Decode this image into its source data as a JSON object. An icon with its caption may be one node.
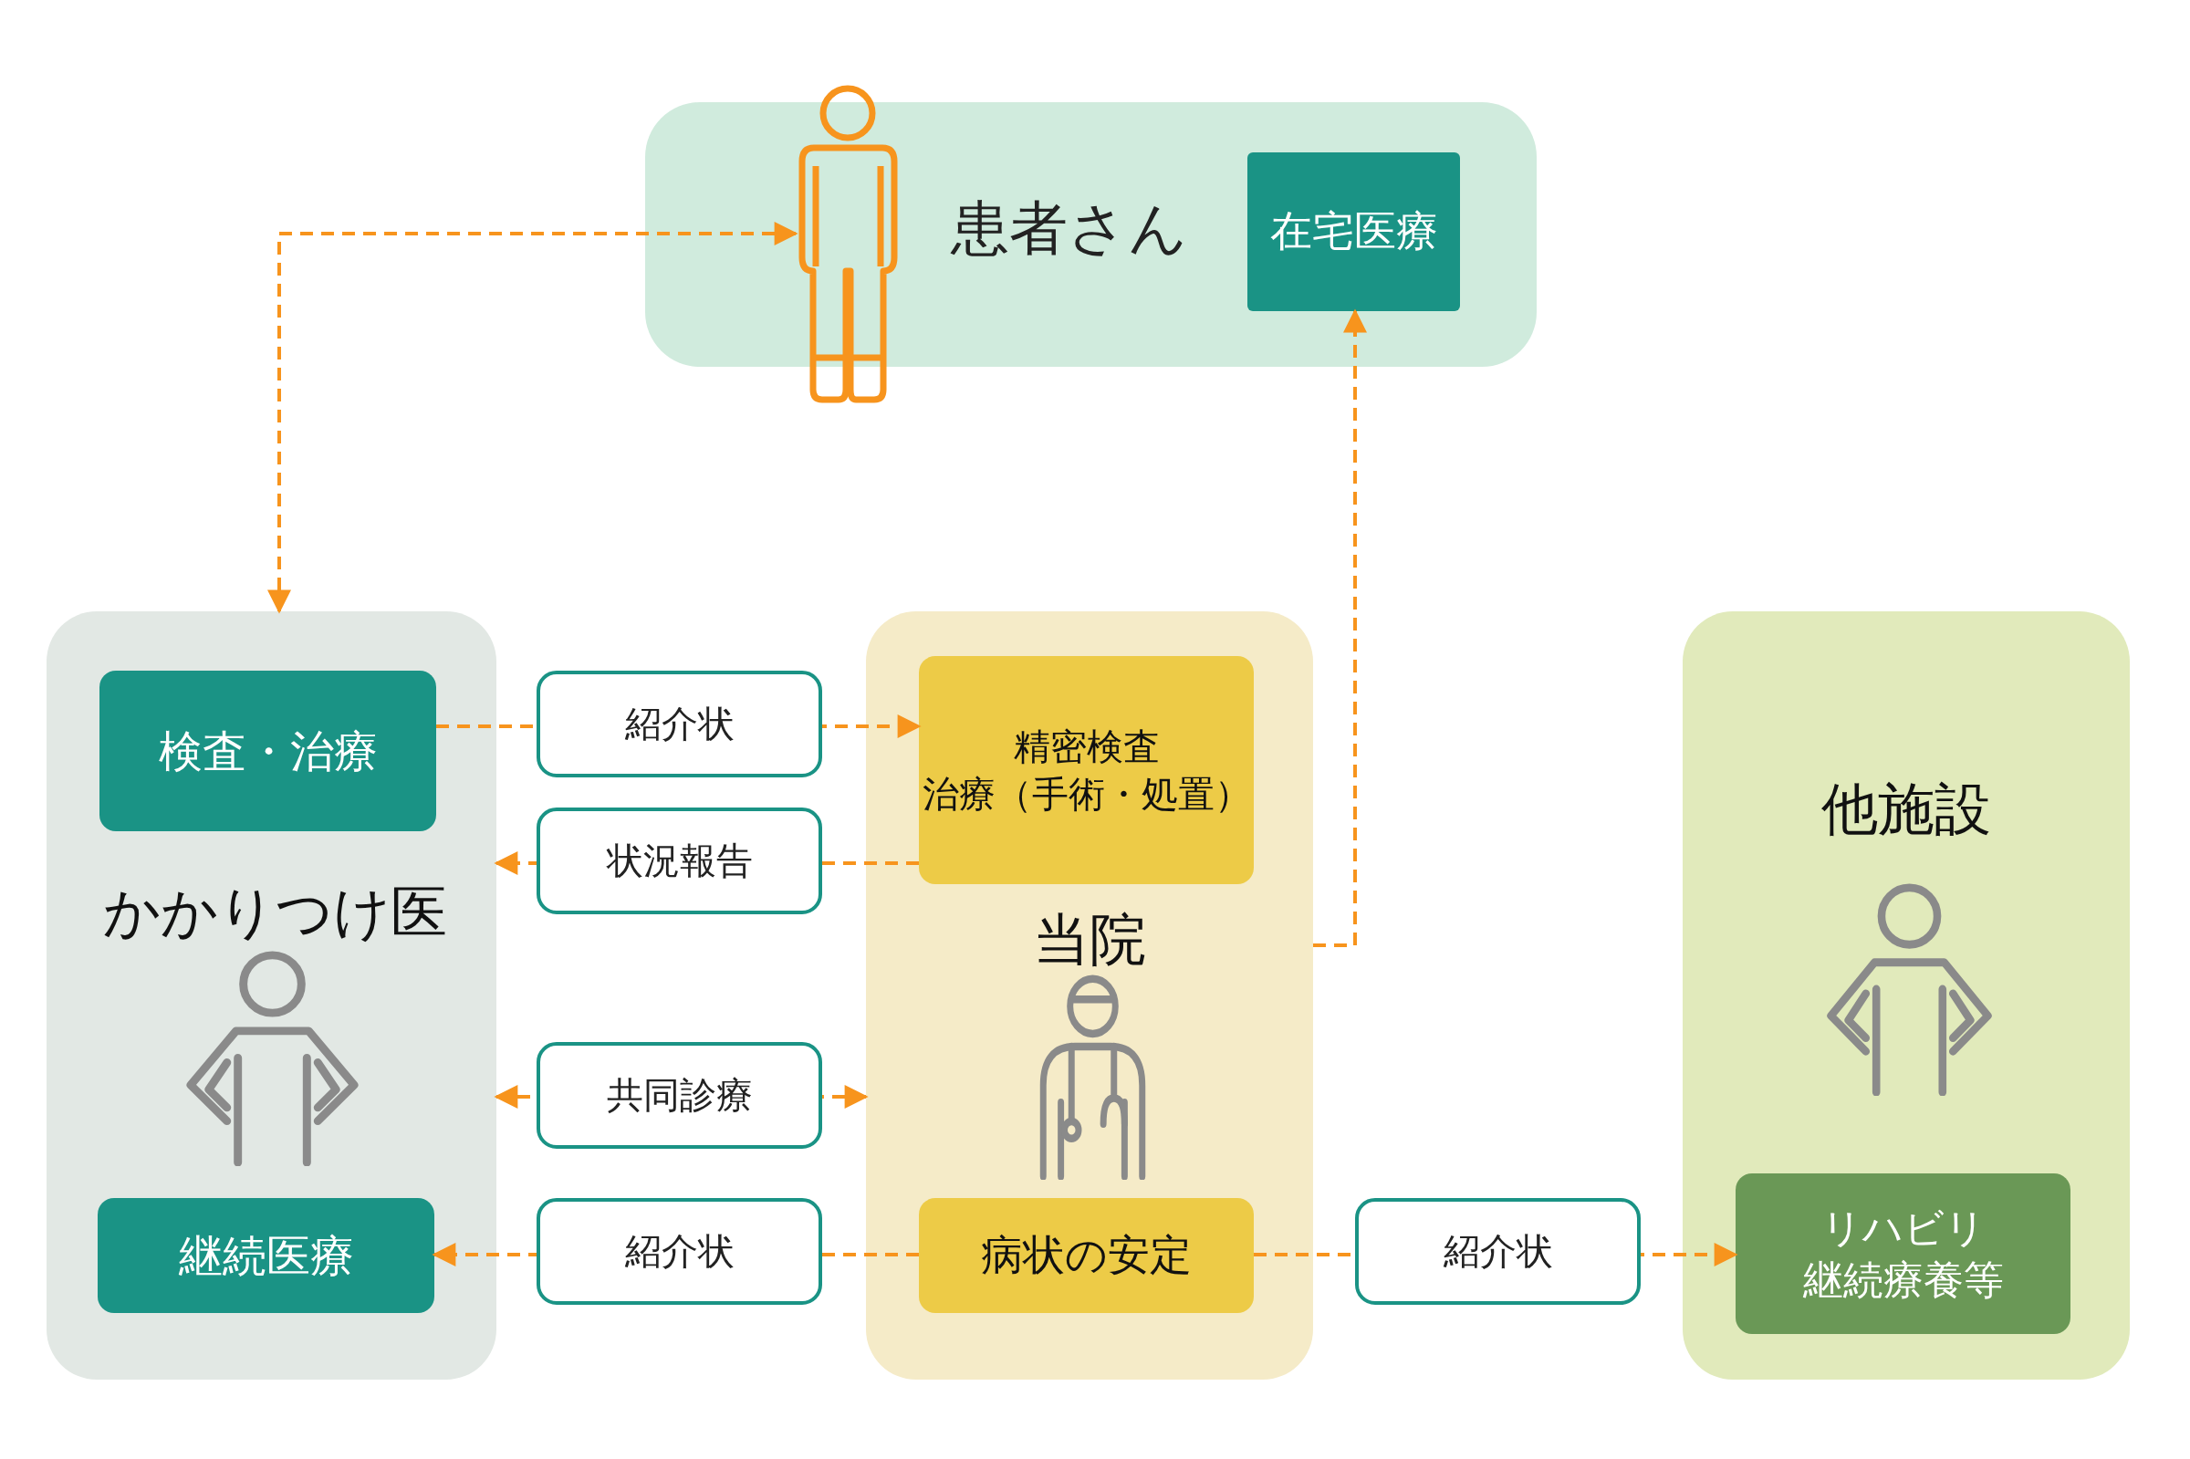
{
  "diagram": {
    "nodes": [
      {
        "text": [
          "患者さん"
        ]
      },
      {
        "text": [],
        "shape": "person"
      },
      {
        "text": [
          "在宅医療"
        ],
        "in": 0
      },
      {
        "text": [
          "かかりつけ医"
        ]
      },
      {
        "text": [
          "検査・治療"
        ],
        "in": 3
      },
      {
        "text": [
          "継続医療"
        ],
        "in": 3
      },
      {
        "text": [
          "当院"
        ]
      },
      {
        "text": [
          "精密検査",
          "治療（手術・処置）"
        ],
        "in": 6
      },
      {
        "text": [
          "病状の安定"
        ],
        "in": 6
      },
      {
        "text": [
          "他施設"
        ]
      },
      {
        "text": [
          "リハビリ",
          "継続療養等"
        ],
        "in": 9
      }
    ],
    "edges": [
      {
        "from": 1,
        "to": 3,
        "arrow": "both",
        "style": "dashed"
      },
      {
        "from": 4,
        "to": 7,
        "label": "紹介状",
        "arrow": "to",
        "style": "dashed"
      },
      {
        "from": 7,
        "to": 3,
        "label": "状況報告",
        "arrow": "to",
        "style": "dashed"
      },
      {
        "from": 3,
        "to": 6,
        "label": "共同診療",
        "arrow": "both",
        "style": "dashed"
      },
      {
        "from": 8,
        "to": 5,
        "label": "紹介状",
        "arrow": "to",
        "style": "dashed"
      },
      {
        "from": 8,
        "to": 10,
        "label": "紹介状",
        "arrow": "to",
        "style": "dashed"
      },
      {
        "from": 6,
        "to": 2,
        "arrow": "to",
        "style": "dashed"
      }
    ]
  }
}
